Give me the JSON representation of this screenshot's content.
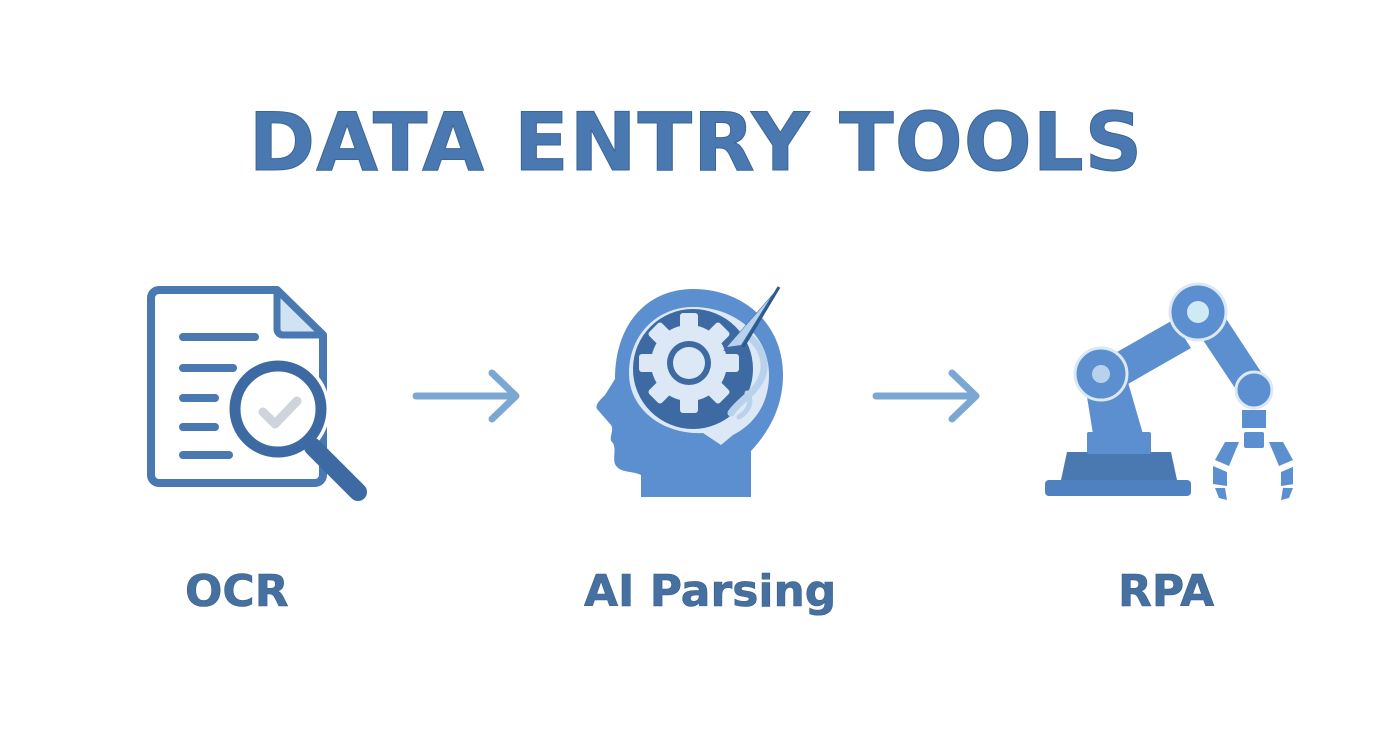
{
  "title": "DATA ENTRY TOOLS",
  "colors": {
    "primary": "#4a78b0",
    "mid": "#5b8fcf",
    "dark": "#3d6aa3",
    "light": "#dce8f5",
    "arrow": "#7ba7d3",
    "check": "#cfd3dc"
  },
  "steps": [
    {
      "label": "OCR",
      "icon": "document-magnifier-icon"
    },
    {
      "label": "AI Parsing",
      "icon": "head-gear-icon"
    },
    {
      "label": "RPA",
      "icon": "robot-arm-icon"
    }
  ],
  "connectors": [
    {
      "icon": "arrow-right-icon"
    },
    {
      "icon": "arrow-right-icon"
    }
  ]
}
